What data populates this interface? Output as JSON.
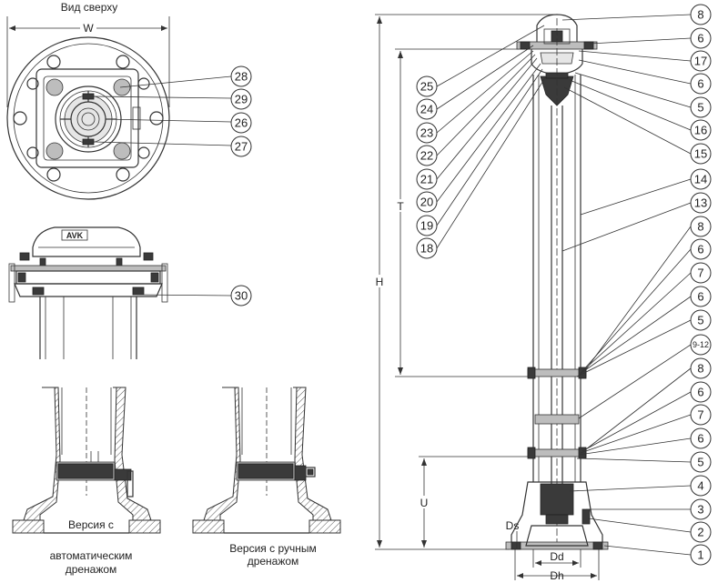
{
  "top_view": {
    "title": "Вид сверху",
    "width_label": "W",
    "callouts": [
      "28",
      "29",
      "26",
      "27"
    ]
  },
  "side_view": {
    "callout": "30",
    "logo": "AVK"
  },
  "versions": {
    "auto_drain": [
      "Версия с",
      "автоматическим",
      "дренажом"
    ],
    "manual_drain": [
      "Версия с ручным",
      "дренажом"
    ]
  },
  "main_view": {
    "dimensions": {
      "H": "H",
      "T": "T",
      "U": "U",
      "Ds": "Ds",
      "Dd": "Dd",
      "Dh": "Dh"
    },
    "right_callouts": [
      "8",
      "6",
      "17",
      "6",
      "5",
      "16",
      "15",
      "14",
      "13",
      "8",
      "6",
      "7",
      "6",
      "5",
      "9-12",
      "8",
      "6",
      "7",
      "6",
      "5",
      "4",
      "3",
      "2",
      "1"
    ],
    "left_callouts": [
      "25",
      "24",
      "23",
      "22",
      "21",
      "20",
      "19",
      "18"
    ]
  },
  "colors": {
    "line": "#333333",
    "fill_dark": "#3a3a3a",
    "fill_grey": "#bdbdbd"
  }
}
